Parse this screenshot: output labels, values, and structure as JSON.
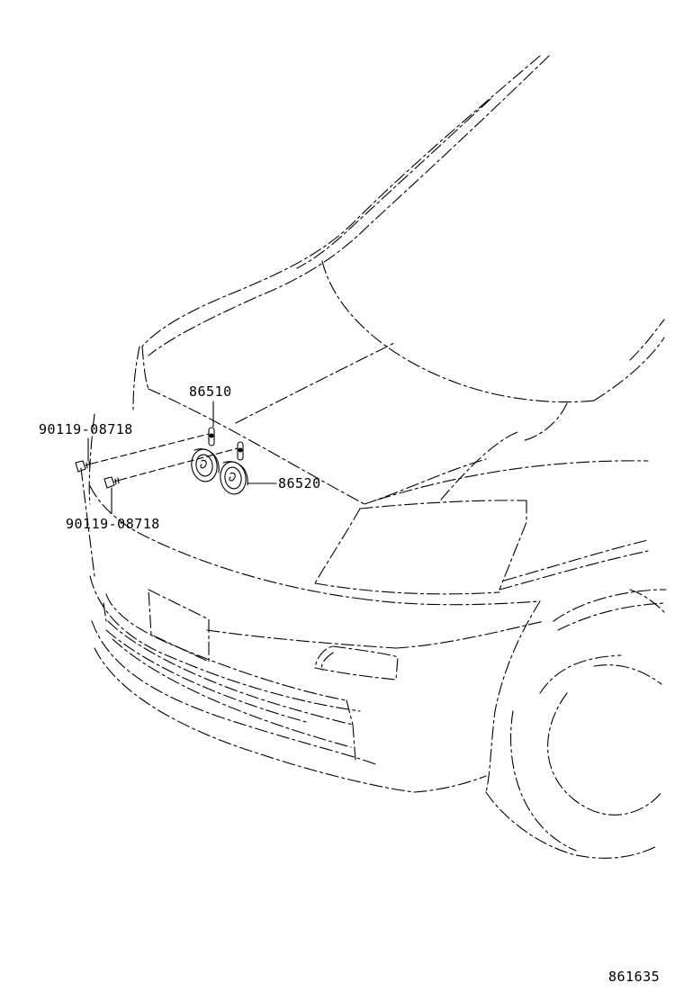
{
  "diagram": {
    "part_labels": {
      "horn_high": "86510",
      "horn_low": "86520",
      "bolt_upper": "90119-08718",
      "bolt_lower": "90119-08718"
    },
    "illustration_number": "861635"
  },
  "colors": {
    "line": "#000000",
    "background": "#ffffff"
  }
}
